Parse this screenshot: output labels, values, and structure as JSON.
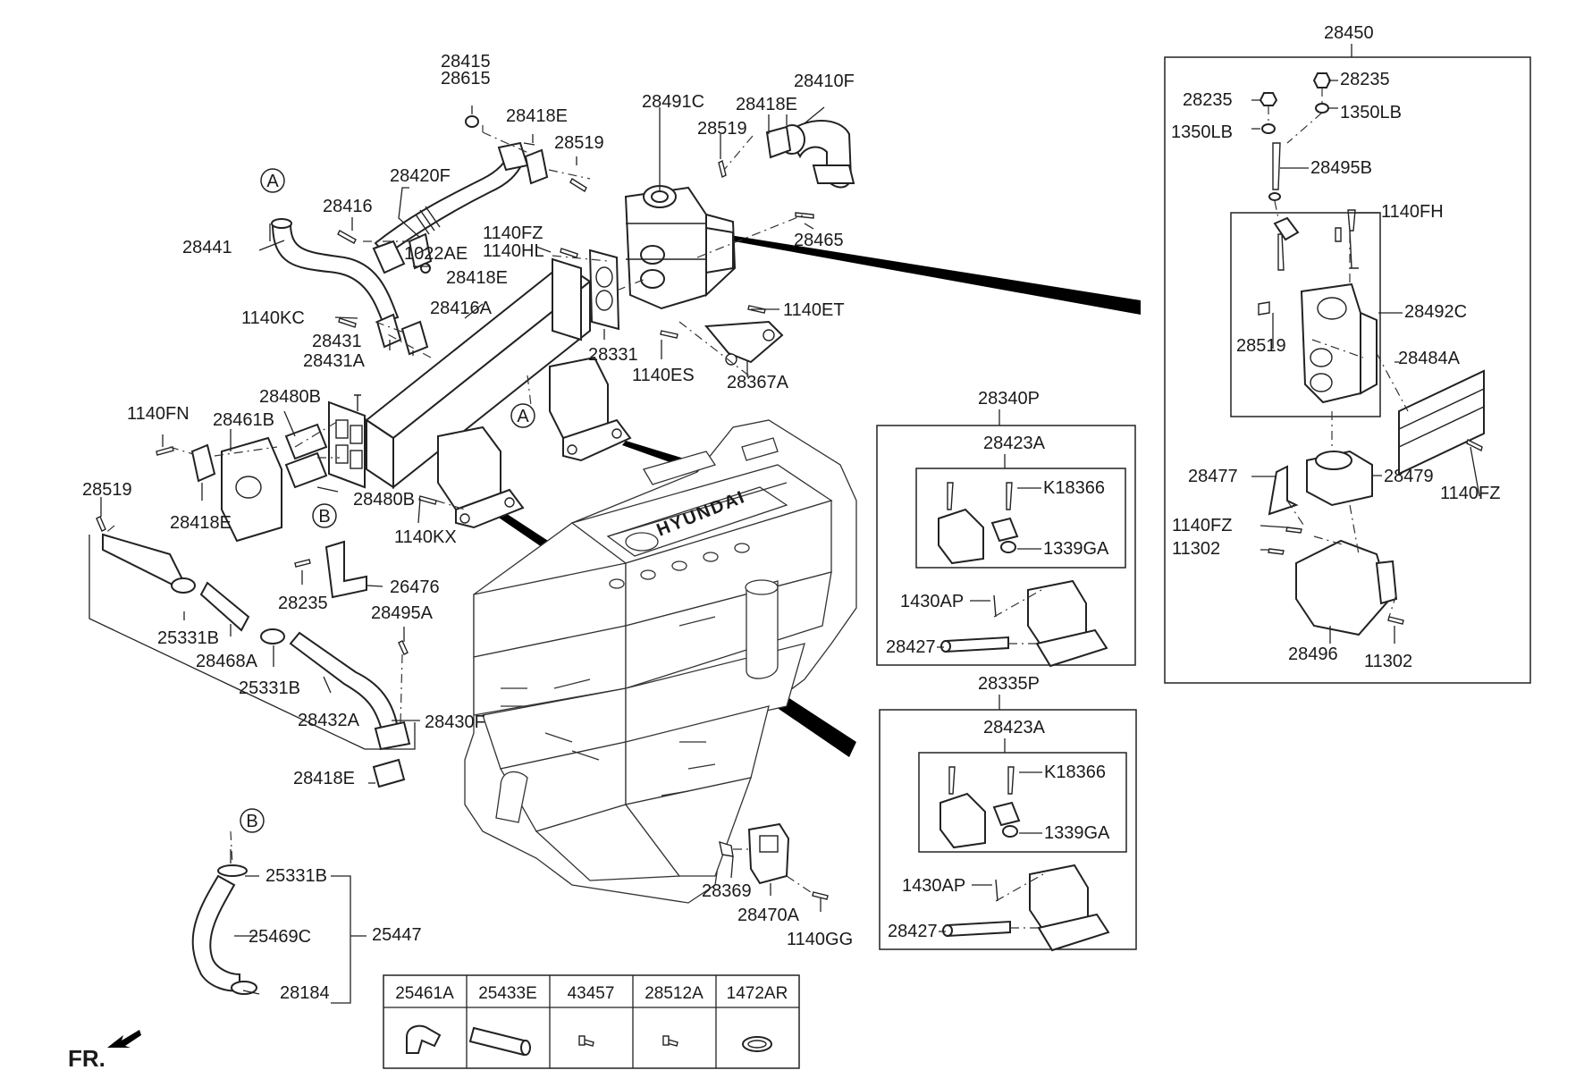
{
  "diagram": {
    "orientation_label": "FR.",
    "callouts": {
      "a": "A",
      "b": "B"
    },
    "engine_brand": "HYUNDAI",
    "labels": {
      "p28415": "28415",
      "p28615": "28615",
      "p28418E_1": "28418E",
      "p28519_1": "28519",
      "p28491C": "28491C",
      "p28418E_2": "28418E",
      "p28410F": "28410F",
      "p28519_2": "28519",
      "p28420F": "28420F",
      "p28416": "28416",
      "p28441": "28441",
      "p1022AE": "1022AE",
      "p28418E_3": "28418E",
      "p1140FZ": "1140FZ",
      "p1140HL": "1140HL",
      "p28465": "28465",
      "p1140KC": "1140KC",
      "p28416A": "28416A",
      "p28431": "28431",
      "p28431A": "28431A",
      "p1140ET": "1140ET",
      "p28331": "28331",
      "p1140ES": "1140ES",
      "p28367A": "28367A",
      "p1140FN": "1140FN",
      "p28480B_1": "28480B",
      "p28461B": "28461B",
      "p28519_3": "28519",
      "p28418E_4": "28418E",
      "p28480B_2": "28480B",
      "p1140KX": "1140KX",
      "p28235": "28235",
      "p26476": "26476",
      "p25331B_1": "25331B",
      "p28468A": "28468A",
      "p28495A": "28495A",
      "p25331B_2": "25331B",
      "p28432A": "28432A",
      "p28430F": "28430F",
      "p28418E_5": "28418E",
      "p25331B_3": "25331B",
      "p25469C": "25469C",
      "p25447": "25447",
      "p28184": "28184",
      "p28369": "28369",
      "p28470A": "28470A",
      "p1140GG": "1140GG"
    },
    "group_28340P": {
      "title": "28340P",
      "sub": "28423A",
      "k": "K18366",
      "g": "1339GA",
      "ap": "1430AP",
      "pin": "28427"
    },
    "group_28335P": {
      "title": "28335P",
      "sub": "28423A",
      "k": "K18366",
      "g": "1339GA",
      "ap": "1430AP",
      "pin": "28427"
    },
    "group_28450": {
      "title": "28450",
      "nut_r": "28235",
      "nut_l": "28235",
      "washer_r": "1350LB",
      "washer_l": "1350LB",
      "bolt": "28495B",
      "bolt_fh": "1140FH",
      "valve": "28492C",
      "stud": "28519",
      "shield": "28484A",
      "bracket": "28477",
      "actuator": "28479",
      "fz_r": "1140FZ",
      "fz_l": "1140FZ",
      "b11302_l": "11302",
      "b11302_r": "11302",
      "mount": "28496"
    },
    "legend_table": {
      "headers": [
        "25461A",
        "25433E",
        "43457",
        "28512A",
        "1472AR"
      ]
    }
  }
}
